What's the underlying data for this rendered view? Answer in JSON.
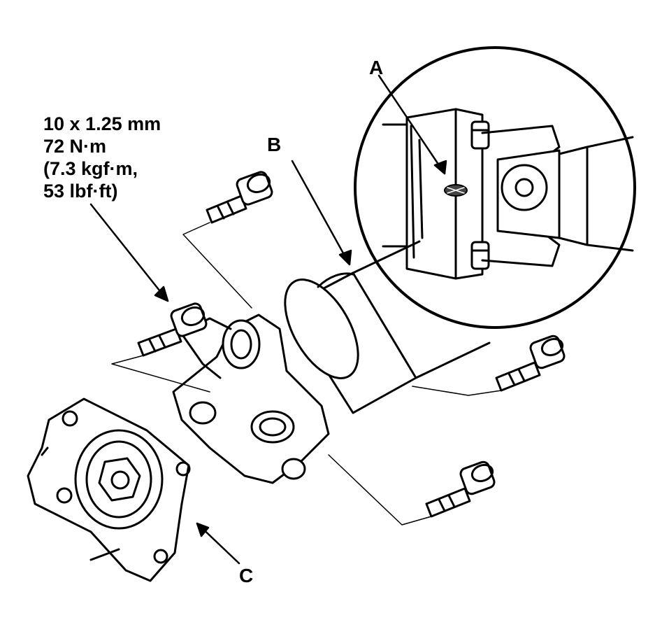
{
  "torque_spec": {
    "size": "10 x 1.25 mm",
    "torque_nm": "72 N·m",
    "torque_kgfm": "(7.3 kgf·m,",
    "torque_lbfft": "53 lbf·ft)"
  },
  "callouts": {
    "a": "A",
    "b": "B",
    "c": "C"
  }
}
